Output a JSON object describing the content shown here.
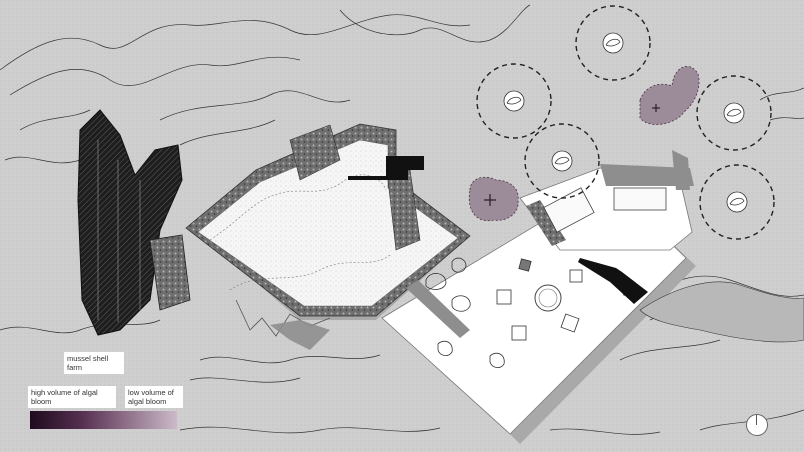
{
  "labels": {
    "mussel_farm": "mussel shell farm",
    "high_bloom": "high volume of algal bloom",
    "low_bloom": "low volume of algal bloom"
  },
  "legend": {
    "gradient_from": "#1f0a1f",
    "gradient_to": "#cbbac8"
  },
  "colors": {
    "background": "#cfcfcf",
    "floor": "#ffffff",
    "dark_stone": "#2a2a2a",
    "mid_stone": "#8e8e8e",
    "algae_bloom": "#9c8b98",
    "shadow": "#a9a9a9"
  },
  "icons": {
    "buoy": "mussel-shell-icon",
    "north": "north-arrow-icon"
  }
}
